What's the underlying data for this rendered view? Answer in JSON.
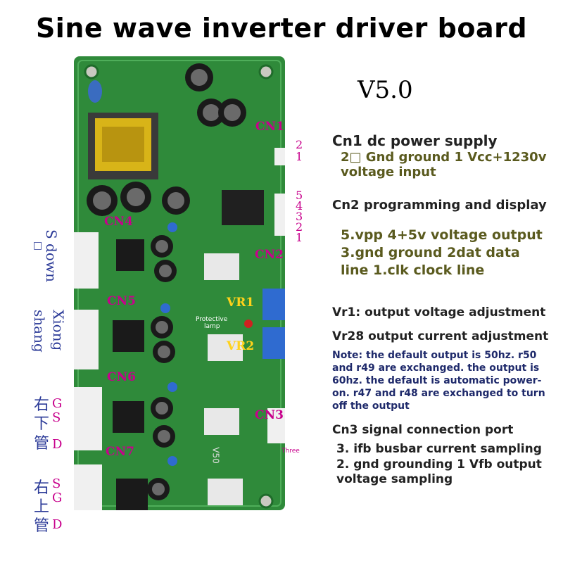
{
  "title": "Sine wave inverter driver board",
  "version": "V5.0",
  "colors": {
    "board": "#2f8a3a",
    "board_dark": "#1f6b2a",
    "label_magenta": "#c8008c",
    "side_blue": "#2c3b98",
    "arrow_red": "#e0202a"
  },
  "sections": {
    "cn1_head": "Cn1 dc power supply",
    "cn1_body_1": "2□ Gnd ground 1 Vcc+1230v",
    "cn1_body_2": "voltage input",
    "cn2_head": "Cn2 programming and display",
    "cn2_body_1": "5.vpp 4+5v voltage output",
    "cn2_body_2": "3.gnd ground 2dat data",
    "cn2_body_3": "line 1.clk clock line",
    "vr1": "Vr1: output voltage adjustment",
    "vr28": "Vr28 output current adjustment",
    "note": "Note: the default output is 50hz. r50 and r49 are exchanged. the output is 60hz. the default is automatic power-on. r47 and r48 are exchanged to turn off the output",
    "cn3_head": "Cn3 signal connection port",
    "cn3_body_1": "3. ifb busbar current sampling",
    "cn3_body_2": "2. gnd grounding 1 Vfb output",
    "cn3_body_3": "voltage sampling"
  },
  "board_labels": {
    "cn1": "CN1",
    "cn2": "CN2",
    "cn3": "CN3",
    "cn4": "CN4",
    "cn5": "CN5",
    "cn6": "CN6",
    "cn7": "CN7",
    "vr1": "VR1",
    "vr2": "VR2",
    "protective_lamp_1": "Protective",
    "protective_lamp_2": "lamp",
    "three": "Three",
    "v50": "V50"
  },
  "pins": {
    "cn1": [
      "2",
      "1"
    ],
    "cn2": [
      "5",
      "4",
      "3",
      "2",
      "1"
    ]
  },
  "side_labels": {
    "s_down": "S down",
    "box_char": "□",
    "xiong": "Xiong",
    "shang": "shang",
    "cn6_chars": [
      "右",
      "下",
      "管"
    ],
    "cn6_pins": [
      "G",
      "S",
      "D"
    ],
    "cn7_chars": [
      "右",
      "上",
      "管"
    ],
    "cn7_pins": [
      "S",
      "G",
      "D"
    ]
  }
}
